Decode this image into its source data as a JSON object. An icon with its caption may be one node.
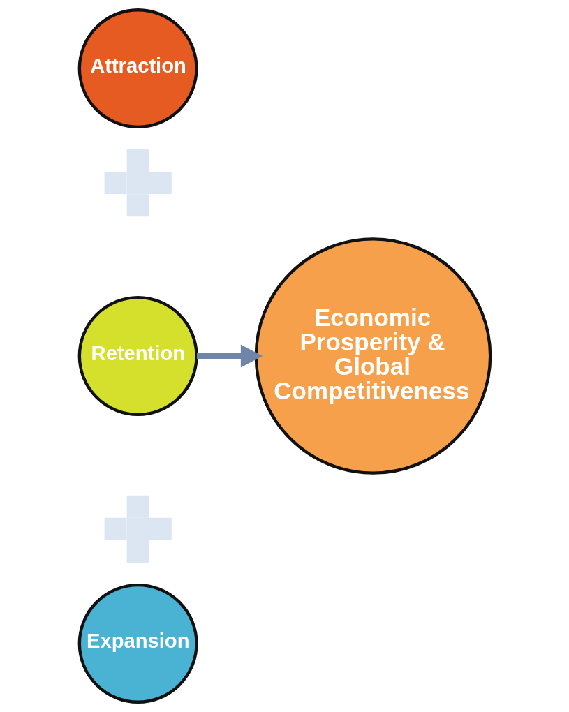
{
  "diagram": {
    "nodes": [
      {
        "text": [
          "Attraction"
        ]
      },
      {
        "text": [],
        "shape": "plus"
      },
      {
        "text": [
          "Retention"
        ]
      },
      {
        "text": [],
        "shape": "plus"
      },
      {
        "text": [
          "Expansion"
        ]
      },
      {
        "text": [
          "Economic Prosperity & Global Competitiveness"
        ]
      }
    ],
    "edges": [
      {
        "from": 2,
        "to": 5,
        "arrow": "to"
      }
    ]
  }
}
